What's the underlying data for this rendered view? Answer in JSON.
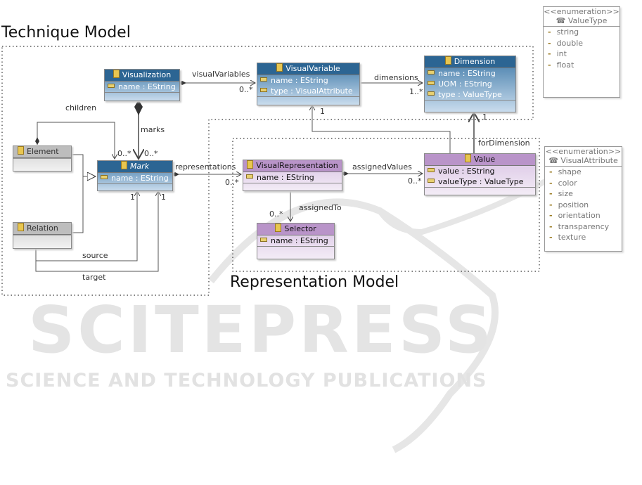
{
  "regions": {
    "technique": "Technique Model",
    "representation": "Representation Model"
  },
  "classes": {
    "visualization": {
      "name": "Visualization",
      "attrs": [
        "name : EString"
      ]
    },
    "visual_variable": {
      "name": "VisualVariable",
      "attrs": [
        "name : EString",
        "type : VisualAttribute"
      ]
    },
    "dimension": {
      "name": "Dimension",
      "attrs": [
        "name : EString",
        "UOM : EString",
        "type : ValueType"
      ]
    },
    "element": {
      "name": "Element"
    },
    "relation": {
      "name": "Relation"
    },
    "mark": {
      "name": "Mark",
      "attrs": [
        "name : EString"
      ]
    },
    "visual_representation": {
      "name": "VisualRepresentation",
      "attrs": [
        "name : EString"
      ]
    },
    "selector": {
      "name": "Selector",
      "attrs": [
        "name : EString"
      ]
    },
    "value": {
      "name": "Value",
      "attrs": [
        "value : EString",
        "valueType : ValueType"
      ]
    }
  },
  "enums": {
    "value_type": {
      "stereotype": "<<enumeration>>",
      "name": "ValueType",
      "literals": [
        "string",
        "double",
        "int",
        "float"
      ]
    },
    "visual_attribute": {
      "stereotype": "<<enumeration>>",
      "name": "VisualAttribute",
      "literals": [
        "shape",
        "color",
        "size",
        "position",
        "orientation",
        "transparency",
        "texture"
      ]
    }
  },
  "associations": {
    "visual_variables": {
      "label": "visualVariables",
      "mult": "0..*"
    },
    "dimensions": {
      "label": "dimensions",
      "mult": "1..*"
    },
    "marks": {
      "label": "marks",
      "mult": "0..*"
    },
    "children": {
      "label": "children",
      "mult": "0..*"
    },
    "source": {
      "label": "source",
      "mult": "1"
    },
    "target": {
      "label": "target",
      "mult": "1"
    },
    "representations": {
      "label": "representations",
      "mult": "0..*"
    },
    "assigned_values": {
      "label": "assignedValues",
      "mult": "0..*"
    },
    "assigned_to": {
      "label": "assignedTo",
      "mult": "0..*"
    },
    "for_dimension": {
      "label": "forDimension",
      "mult": "1"
    },
    "visual_variable_ref": {
      "mult": "1"
    }
  },
  "watermark": {
    "brand": "SCITEPRESS",
    "tagline": "SCIENCE AND TECHNOLOGY PUBLICATIONS"
  }
}
